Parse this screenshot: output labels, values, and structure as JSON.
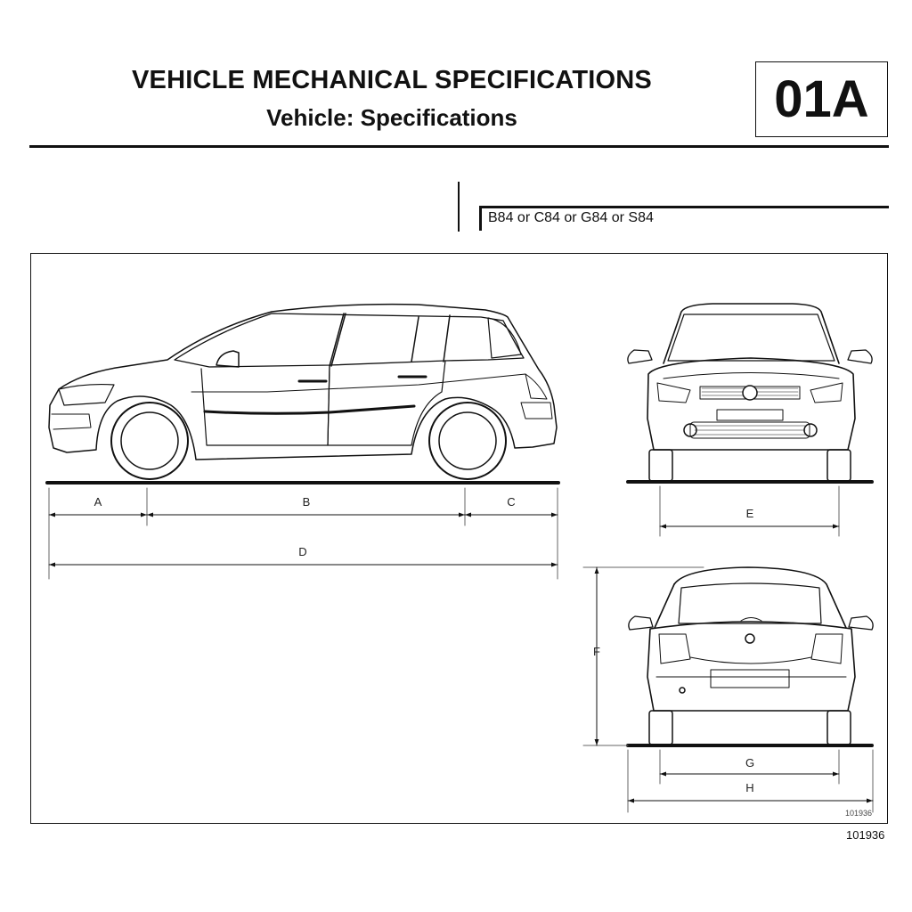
{
  "header": {
    "title": "VEHICLE MECHANICAL SPECIFICATIONS",
    "subtitle": "Vehicle: Specifications",
    "section_code": "01A"
  },
  "applicability": "B84 or C84 or G84 or S84",
  "diagram": {
    "dimension_labels": {
      "A": "A",
      "B": "B",
      "C": "C",
      "D": "D",
      "E": "E",
      "F": "F",
      "G": "G",
      "H": "H"
    },
    "ref_inside": "101936"
  },
  "figure_ref": "101936"
}
